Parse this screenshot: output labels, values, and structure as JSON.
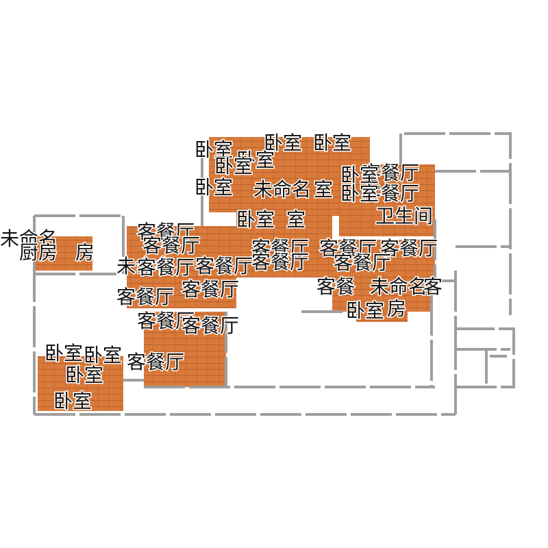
{
  "colors": {
    "background": "#ffffff",
    "wall": "#9e9e9e",
    "room_fill": "#d97a3a",
    "floor_line": "#b8612c",
    "label": "#111111"
  },
  "rooms": [
    {
      "label": "卧室"
    },
    {
      "label": "卧室"
    },
    {
      "label": "卧室"
    },
    {
      "label": "卧室"
    },
    {
      "label": "卧室"
    },
    {
      "label": "未命名"
    },
    {
      "label": "卧室"
    },
    {
      "label": "客餐厅"
    },
    {
      "label": "卧室"
    },
    {
      "label": "客餐厅"
    },
    {
      "label": "卧室"
    },
    {
      "label": "室"
    },
    {
      "label": "室"
    },
    {
      "label": "卧室"
    },
    {
      "label": "卫生间"
    },
    {
      "label": "未命名"
    },
    {
      "label": "厨房"
    },
    {
      "label": "房"
    },
    {
      "label": "客餐厅"
    },
    {
      "label": "客餐厅"
    },
    {
      "label": "客餐厅"
    },
    {
      "label": "客餐厅"
    },
    {
      "label": "客餐厅"
    },
    {
      "label": "客餐厅"
    },
    {
      "label": "客餐厅"
    },
    {
      "label": "未命名"
    },
    {
      "label": "客餐厅"
    },
    {
      "label": "客餐厅"
    },
    {
      "label": "客餐厅"
    },
    {
      "label": "客餐厅"
    },
    {
      "label": "客餐"
    },
    {
      "label": "未命名"
    },
    {
      "label": "客"
    },
    {
      "label": "卧室"
    },
    {
      "label": "房"
    },
    {
      "label": "客餐厅"
    },
    {
      "label": "客餐厅"
    },
    {
      "label": "卧室"
    },
    {
      "label": "卧室"
    },
    {
      "label": "客餐厅"
    },
    {
      "label": "卧室"
    },
    {
      "label": "卧室"
    }
  ]
}
